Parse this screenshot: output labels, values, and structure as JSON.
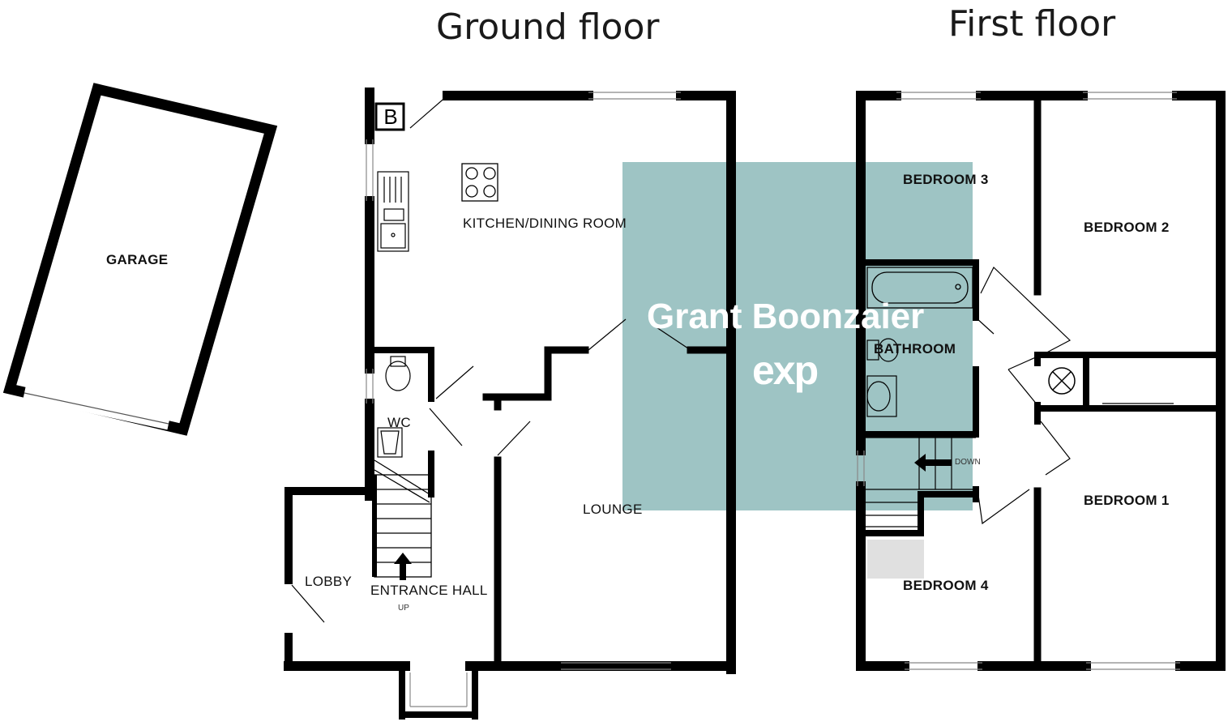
{
  "headings": {
    "ground": "Ground floor",
    "first": "First floor"
  },
  "rooms": {
    "garage": "GARAGE",
    "kitchen": "KITCHEN/DINING ROOM",
    "wc": "WC",
    "lobby": "LOBBY",
    "hall": "ENTRANCE HALL",
    "up": "UP",
    "lounge": "LOUNGE",
    "bedroom1": "BEDROOM 1",
    "bedroom2": "BEDROOM 2",
    "bedroom3": "BEDROOM 3",
    "bedroom4": "BEDROOM 4",
    "bathroom": "BATHROOM",
    "down": "DOWN"
  },
  "boiler": "B",
  "watermark": {
    "name": "Grant Boonzaier",
    "logo": "exp",
    "color": "#5e9c9c"
  },
  "colors": {
    "wall": "#000000",
    "window": "#bbbbbb"
  }
}
